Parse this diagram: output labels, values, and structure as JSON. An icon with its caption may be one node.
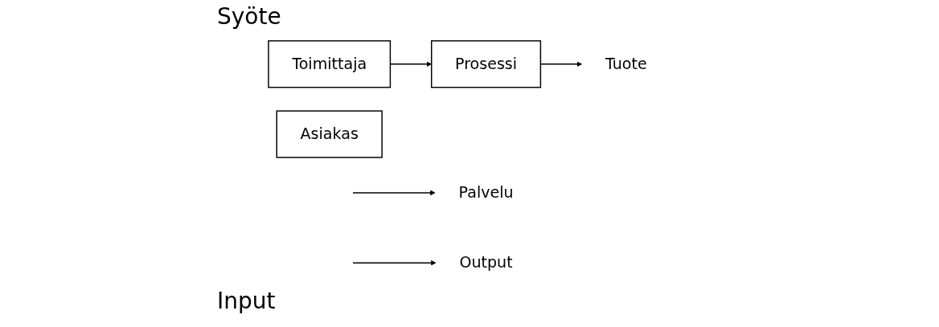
{
  "diagram": {
    "nodes": [
      {
        "text": [
          "Toimittaja"
        ]
      },
      {
        "text": [
          "Prosessi"
        ]
      },
      {
        "text": [
          "Palvelu"
        ]
      },
      {
        "text": [
          "Tuote"
        ]
      },
      {
        "text": [
          "Output"
        ]
      },
      {
        "text": [
          "Asiakas"
        ]
      }
    ],
    "edges": [
      {
        "from": 0,
        "to": 1,
        "arrow": "to"
      },
      {
        "from": null,
        "to": 2,
        "arrow": "to"
      },
      {
        "from": 1,
        "to": 3,
        "arrow": "to"
      },
      {
        "from": null,
        "to": 4,
        "arrow": "to"
      }
    ],
    "labels": [
      "Syöte",
      "Input"
    ]
  }
}
